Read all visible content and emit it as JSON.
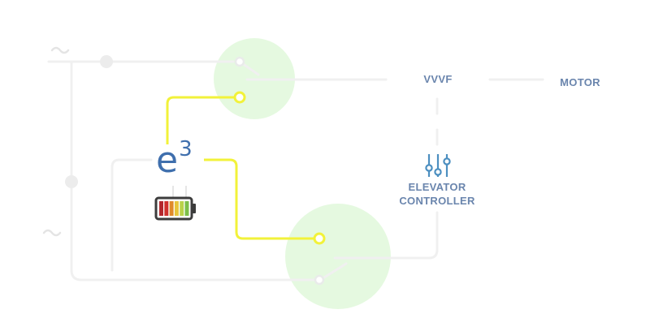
{
  "nodes": {
    "vvvf": "VVVF",
    "motor": "MOTOR",
    "controller_line1": "ELEVATOR",
    "controller_line2": "CONTROLLER"
  },
  "logo": {
    "base": "e",
    "exponent": "3"
  },
  "battery_segments": [
    "#b3272d",
    "#d0312d",
    "#e08a2a",
    "#e8c53a",
    "#b9d24a",
    "#7cbf49"
  ],
  "colors": {
    "wiring": "#f0f0f0",
    "highlight_wire": "#f2f23a",
    "switch_glow": "#dcf7d6",
    "label": "#6a85ad",
    "controller_icon": "#4c8fc0",
    "logo": "#3f6fad"
  },
  "icons": [
    "ac-source-icon",
    "sliders-icon",
    "battery-icon"
  ]
}
